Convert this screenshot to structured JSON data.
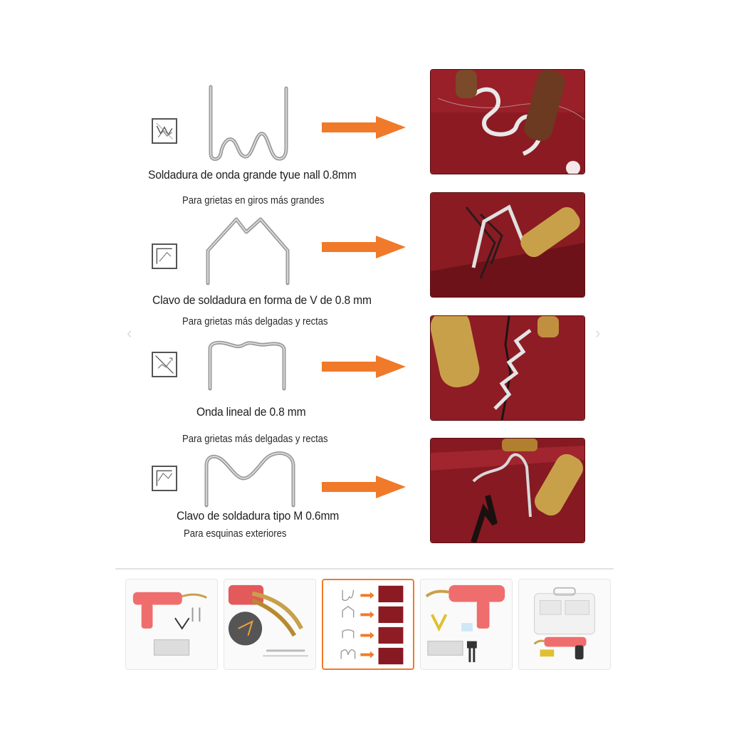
{
  "main_image": {
    "rows": [
      {
        "title": "Soldadura de onda grande tyue nall 0.8mm",
        "subtitle": "Para grietas en giros más grandes",
        "icon": "wave-staple-crack-icon"
      },
      {
        "title": "Clavo de soldadura en forma de V de 0.8 mm",
        "subtitle": "Para grietas más delgadas y rectas",
        "icon": "corner-staple-icon"
      },
      {
        "title": "Onda lineal de 0.8 mm",
        "subtitle": "Para grietas más delgadas y rectas",
        "icon": "flat-wave-crack-icon"
      },
      {
        "title": "Clavo de soldadura tipo M 0.6mm",
        "subtitle": "Para esquinas exteriores",
        "icon": "outside-corner-icon"
      }
    ],
    "arrow_color": "#f07a2a",
    "photo_background": "#8c1a22",
    "nav": {
      "prev": "‹",
      "next": "›"
    }
  },
  "thumbnails": {
    "selected_index": 2,
    "selected_border_color": "#f07a2a",
    "items": [
      {
        "name": "thumb-welder-kit"
      },
      {
        "name": "thumb-heated-tip"
      },
      {
        "name": "thumb-staple-types"
      },
      {
        "name": "thumb-welder-accessories"
      },
      {
        "name": "thumb-carry-case"
      }
    ]
  }
}
